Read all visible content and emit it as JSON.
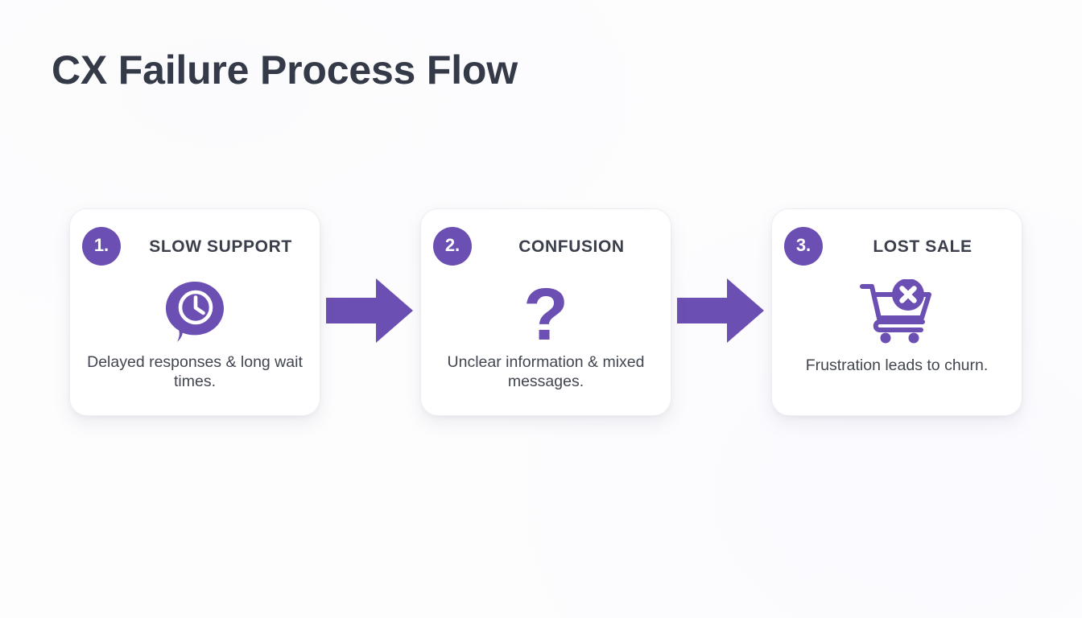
{
  "page": {
    "title": "CX Failure Process Flow",
    "background_color": "#fdfdfe",
    "title_color": "#343a47",
    "accent_color": "#6B4FB3"
  },
  "flow": {
    "steps": [
      {
        "badge": "1.",
        "title": "SLOW SUPPORT",
        "description": "Delayed responses & long wait times.",
        "icon": "speech-bubble-clock-icon"
      },
      {
        "badge": "2.",
        "title": "CONFUSION",
        "description": "Unclear information & mixed messages.",
        "icon": "question-mark-icon",
        "icon_glyph": "?"
      },
      {
        "badge": "3.",
        "title": "LOST SALE",
        "description": "Frustration leads to churn.",
        "icon": "shopping-cart-x-icon"
      }
    ],
    "connectors": [
      {
        "icon": "arrow-right-icon"
      },
      {
        "icon": "arrow-right-icon"
      }
    ]
  }
}
